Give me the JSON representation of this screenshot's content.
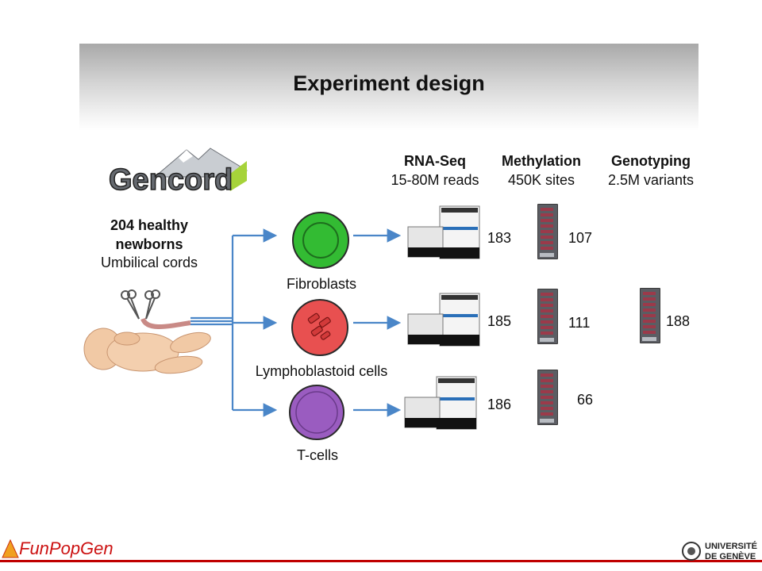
{
  "title": "Experiment design",
  "logo": {
    "text": "Gencord"
  },
  "sample": {
    "line1": "204 healthy",
    "line2": "newborns",
    "line3": "Umbilical cords"
  },
  "assays": {
    "rnaseq": {
      "name": "RNA-Seq",
      "detail": "15-80M reads"
    },
    "methylation": {
      "name": "Methylation",
      "detail": "450K sites"
    },
    "genotyping": {
      "name": "Genotyping",
      "detail": "2.5M variants"
    }
  },
  "cells": {
    "fibroblasts": {
      "label": "Fibroblasts",
      "color": "#33bb33",
      "rnaseq": "183",
      "methylation": "107"
    },
    "lymphoblastoid": {
      "label": "Lymphoblastoid cells",
      "color": "#e85050",
      "rnaseq": "185",
      "methylation": "111",
      "genotyping": "188"
    },
    "tcells": {
      "label": "T-cells",
      "color": "#9a5cc0",
      "rnaseq": "186",
      "methylation": "66"
    }
  },
  "colors": {
    "arrow": "#4a86c8",
    "footer_line": "#c00000",
    "funpopgen": "#cc1111"
  },
  "footer": {
    "left_logo": "FunPopGen",
    "right_logo_line1": "UNIVERSITÉ",
    "right_logo_line2": "DE GENÈVE"
  }
}
